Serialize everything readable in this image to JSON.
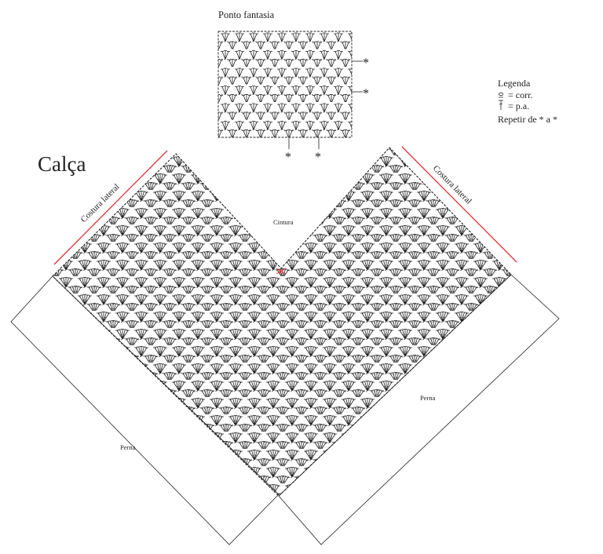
{
  "swatch": {
    "title": "Ponto fantasia",
    "repeat_marks": [
      "*",
      "*",
      "*",
      "*"
    ]
  },
  "legend": {
    "title": "Legenda",
    "items": [
      {
        "symbol": "chain-stitch-icon",
        "label": "= corr."
      },
      {
        "symbol": "double-crochet-icon",
        "label": "= p.a."
      }
    ],
    "repeat_note": "Repetir de * a *"
  },
  "pattern": {
    "title": "Calça",
    "waist_label": "Cintura",
    "side_seam_left": "Costura lateral",
    "side_seam_right": "Costura lateral",
    "leg_left": "Perna",
    "leg_right": "Perna"
  },
  "colors": {
    "ink": "#222222",
    "seam": "#e0343a",
    "center_mark": "#e0343a"
  }
}
